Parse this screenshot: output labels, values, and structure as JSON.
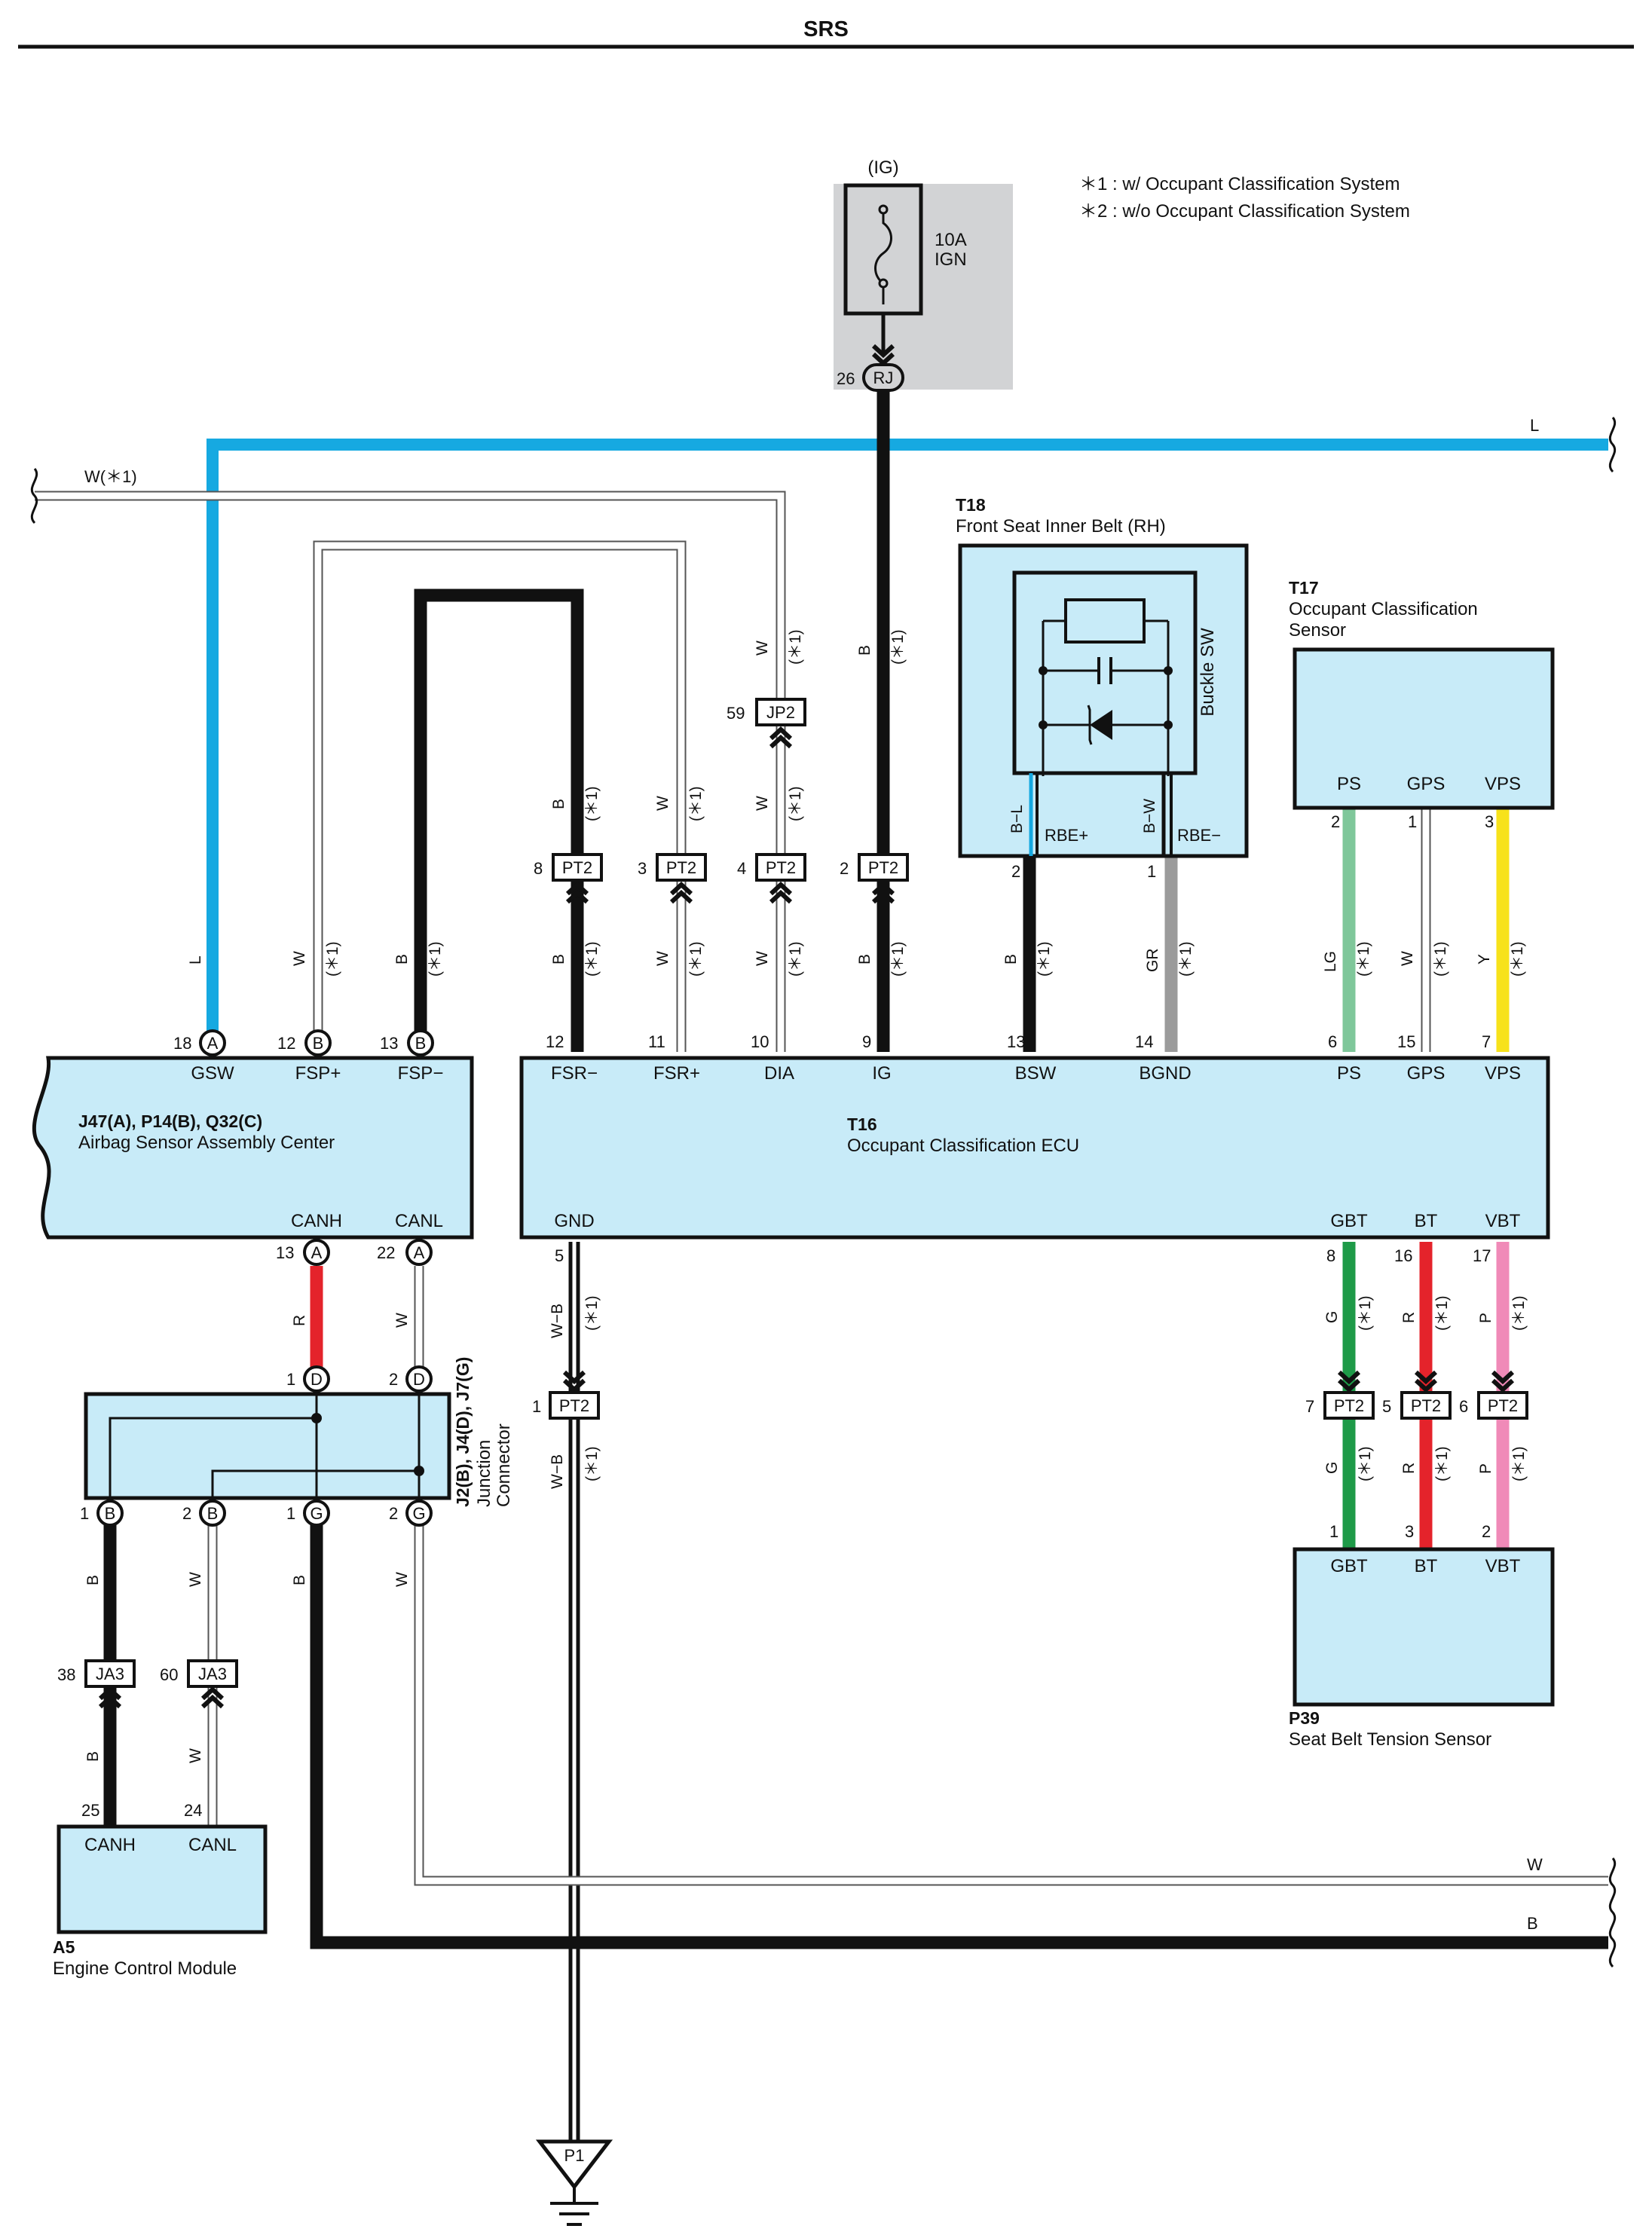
{
  "title": "SRS",
  "notes": [
    "＊1 : w/ Occupant Classification System",
    "＊2 : w/o Occupant Classification System"
  ],
  "fuse": {
    "supply": "(IG)",
    "rating": "10A",
    "name": "IGN",
    "pin": "26",
    "connector": "RJ"
  },
  "wire_offpage": {
    "l": "L",
    "w_top": "W(＊1)",
    "w_bottom": "W",
    "b_bottom": "B"
  },
  "star1": "(＊1)",
  "components": {
    "t18": {
      "id": "T18",
      "name": "Front Seat Inner Belt (RH)",
      "switch": "Buckle SW",
      "rbe_plus": "RBE+",
      "rbe_minus": "RBE−",
      "pin_a": "2",
      "pin_b": "1",
      "wire_a": "B−L",
      "wire_b": "B−W"
    },
    "t17": {
      "id": "T17",
      "name_1": "Occupant Classification",
      "name_2": "Sensor",
      "pins": [
        {
          "name": "PS",
          "no": "2"
        },
        {
          "name": "GPS",
          "no": "1"
        },
        {
          "name": "VPS",
          "no": "3"
        }
      ]
    },
    "airbag": {
      "id": "J47(A), P14(B), Q32(C)",
      "name": "Airbag Sensor Assembly Center",
      "top_pins": [
        {
          "name": "GSW",
          "no": "18",
          "conn": "A"
        },
        {
          "name": "FSP+",
          "no": "12",
          "conn": "B"
        },
        {
          "name": "FSP−",
          "no": "13",
          "conn": "B"
        }
      ],
      "bottom_pins": [
        {
          "name": "CANH",
          "no": "13",
          "conn": "A"
        },
        {
          "name": "CANL",
          "no": "22",
          "conn": "A"
        }
      ]
    },
    "t16": {
      "id": "T16",
      "name": "Occupant Classification ECU",
      "top_pins": [
        {
          "name": "FSR−",
          "no": "12"
        },
        {
          "name": "FSR+",
          "no": "11"
        },
        {
          "name": "DIA",
          "no": "10"
        },
        {
          "name": "IG",
          "no": "9"
        },
        {
          "name": "BSW",
          "no": "13"
        },
        {
          "name": "BGND",
          "no": "14"
        },
        {
          "name": "PS",
          "no": "6"
        },
        {
          "name": "GPS",
          "no": "15"
        },
        {
          "name": "VPS",
          "no": "7"
        }
      ],
      "bottom_pins": [
        {
          "name": "GND",
          "no": "5"
        },
        {
          "name": "GBT",
          "no": "8"
        },
        {
          "name": "BT",
          "no": "16"
        },
        {
          "name": "VBT",
          "no": "17"
        }
      ]
    },
    "junction": {
      "id": "J2(B), J4(D), J7(G)",
      "name_1": "Junction",
      "name_2": "Connector",
      "top_pins": [
        {
          "no": "1",
          "conn": "D"
        },
        {
          "no": "2",
          "conn": "D"
        }
      ],
      "bottom_pins": [
        {
          "no": "1",
          "conn": "B"
        },
        {
          "no": "2",
          "conn": "B"
        },
        {
          "no": "1",
          "conn": "G"
        },
        {
          "no": "2",
          "conn": "G"
        }
      ]
    },
    "a5": {
      "id": "A5",
      "name": "Engine Control Module",
      "pins": [
        {
          "name": "CANH",
          "no": "25"
        },
        {
          "name": "CANL",
          "no": "24"
        }
      ]
    },
    "p39": {
      "id": "P39",
      "name": "Seat Belt Tension Sensor",
      "pins": [
        {
          "name": "GBT",
          "no": "1"
        },
        {
          "name": "BT",
          "no": "3"
        },
        {
          "name": "VBT",
          "no": "2"
        }
      ]
    }
  },
  "connectors": {
    "pt2": "PT2",
    "jp2": "JP2",
    "ja3": "JA3",
    "p1": "P1",
    "pt2_top": [
      {
        "no": "8"
      },
      {
        "no": "3"
      },
      {
        "no": "4"
      },
      {
        "no": "2"
      }
    ],
    "jp2_pin": "59",
    "pt2_gnd": "1",
    "pt2_bottom": [
      {
        "no": "7"
      },
      {
        "no": "5"
      },
      {
        "no": "6"
      }
    ],
    "ja3_pins": [
      {
        "no": "38"
      },
      {
        "no": "60"
      }
    ]
  },
  "wire_codes": {
    "B": "B",
    "W": "W",
    "L": "L",
    "GR": "GR",
    "LG": "LG",
    "Y": "Y",
    "R": "R",
    "G": "G",
    "P": "P",
    "WB": "W−B"
  },
  "colors": {
    "L": "#16a9e1",
    "B": "#111111",
    "W": "#ffffff",
    "GR": "#9b9b9b",
    "LG": "#7fc79a",
    "Y": "#f7e21a",
    "R": "#e4232b",
    "G": "#1e9a48",
    "P": "#f08ab8",
    "panel": "#c8ebf8",
    "fuse_bg": "#d2d3d5"
  }
}
